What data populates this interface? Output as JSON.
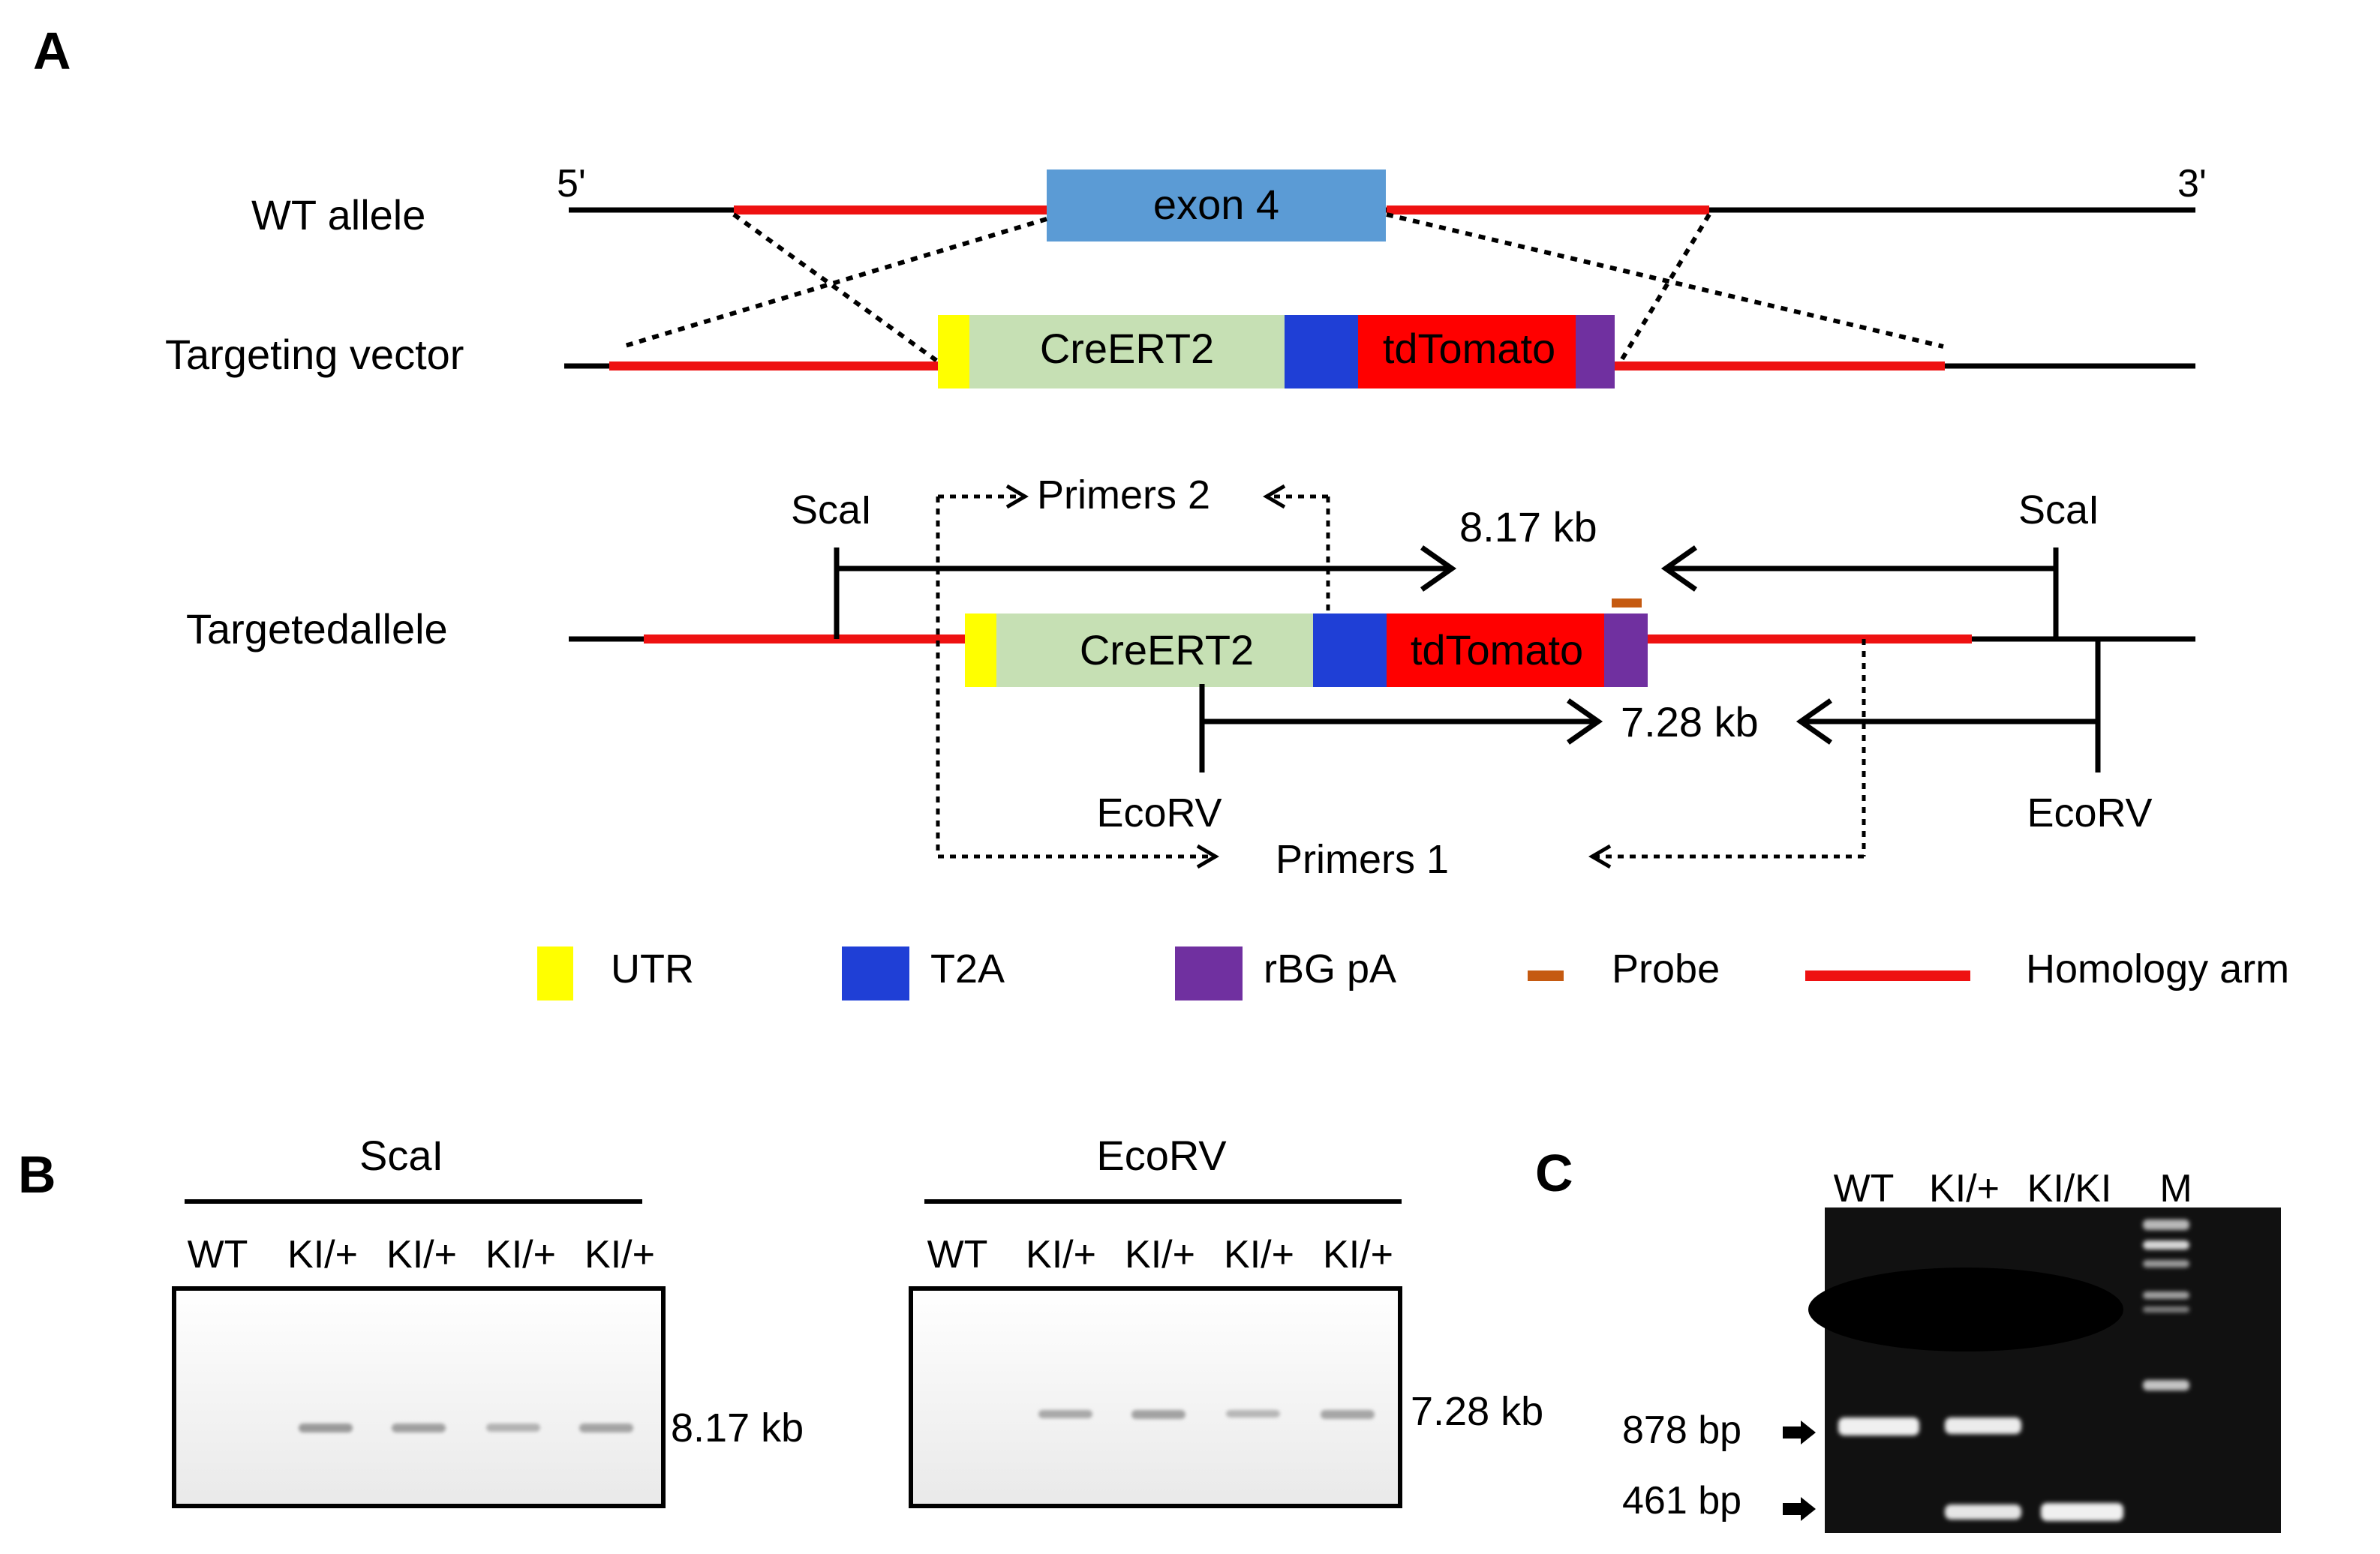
{
  "panel_a": {
    "label": "A",
    "wt_allele": {
      "label": "WT allele",
      "end5": "5'",
      "end3": "3'",
      "exon": "exon 4"
    },
    "targeting_vector": {
      "label": "Targeting vector",
      "cre": "CreERT2",
      "tomato": "tdTomato"
    },
    "targeted_allele": {
      "label": "Targetedallele",
      "cre": "CreERT2",
      "tomato": "tdTomato",
      "scai_left": "ScaI",
      "scai_right": "ScaI",
      "ecorv_left": "EcoRV",
      "ecorv_right": "EcoRV",
      "primers2": "Primers 2",
      "primers1": "Primers 1",
      "frag_scai": "8.17 kb",
      "frag_ecorv": "7.28 kb"
    },
    "legend": {
      "utr": "UTR",
      "t2a": "T2A",
      "rbg": "rBG pA",
      "probe": "Probe",
      "homology": "Homology arm"
    }
  },
  "panel_b": {
    "label": "B",
    "scai_blot": {
      "title": "ScaI",
      "lanes": [
        "WT",
        "KI/+",
        "KI/+",
        "KI/+",
        "KI/+"
      ],
      "band": "8.17 kb"
    },
    "ecorv_blot": {
      "title": "EcoRV",
      "lanes": [
        "WT",
        "KI/+",
        "KI/+",
        "KI/+",
        "KI/+"
      ],
      "band": "7.28 kb"
    }
  },
  "panel_c": {
    "label": "C",
    "lanes": [
      "WT",
      "KI/+",
      "KI/KI",
      "M"
    ],
    "band_high": "878 bp",
    "band_low": "461 bp"
  },
  "colors": {
    "homology_arm": "#ee1111",
    "exon": "#5b9bd5",
    "utr": "#ffff00",
    "creert2": "#c6e0b4",
    "t2a": "#1f3fd6",
    "tdtomato": "#ff0000",
    "rbg_pa": "#7030a0",
    "probe": "#c55a11"
  }
}
